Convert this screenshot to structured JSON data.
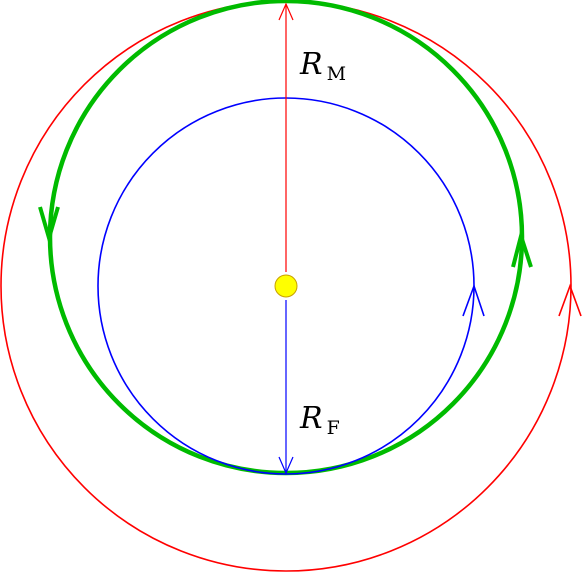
{
  "labels": {
    "mars_radius": {
      "symbol": "R",
      "subscript": "M"
    },
    "earth_radius": {
      "symbol": "R",
      "subscript": "F"
    }
  },
  "colors": {
    "outer_orbit": "#ff0000",
    "transfer_orbit": "#00bb00",
    "inner_orbit": "#0000ff",
    "sun": "#ffff00",
    "sun_outline": "#c8a000",
    "text": "#000000"
  }
}
